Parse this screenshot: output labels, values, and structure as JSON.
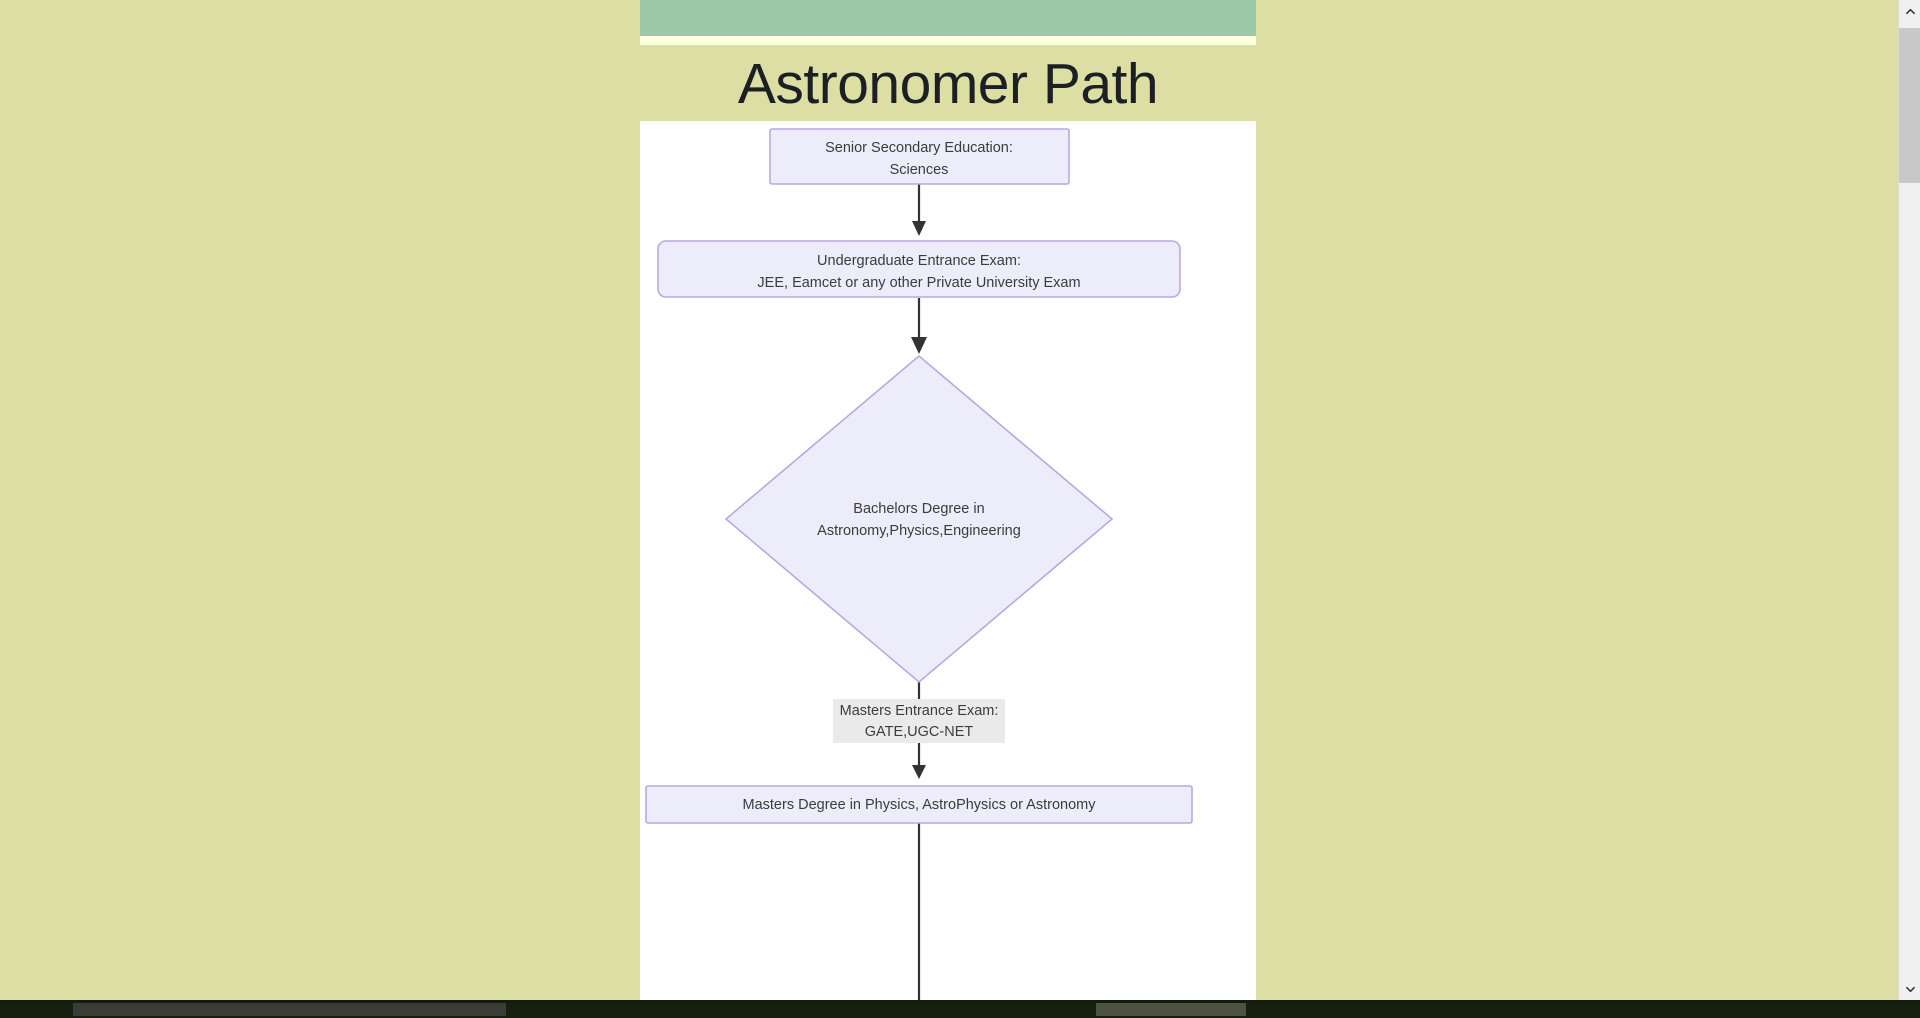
{
  "page": {
    "title": "Astronomer Path",
    "background_color": "#dcdea3",
    "banner_color": "#9ccaa8",
    "strip_color": "#fbffe0",
    "canvas_color": "#ffffff"
  },
  "chart_data": {
    "type": "diagram",
    "diagram_kind": "flowchart",
    "title": "Astronomer Path",
    "orientation": "top-to-bottom",
    "node_fill": "#ececfb",
    "node_border": "#b9a8e0",
    "edge_color": "#333333",
    "nodes": [
      {
        "id": "n1",
        "shape": "rect",
        "lines": [
          "Senior Secondary Education:",
          "Sciences"
        ]
      },
      {
        "id": "n2",
        "shape": "rounded-rect",
        "lines": [
          "Undergraduate Entrance Exam:",
          "JEE, Eamcet or any other Private University Exam"
        ]
      },
      {
        "id": "n3",
        "shape": "diamond",
        "lines": [
          "Bachelors Degree in",
          "Astronomy,Physics,Engineering"
        ]
      },
      {
        "id": "n4",
        "shape": "rect",
        "lines": [
          "Masters Degree in Physics, AstroPhysics or Astronomy"
        ]
      }
    ],
    "edges": [
      {
        "from": "n1",
        "to": "n2",
        "label": null
      },
      {
        "from": "n2",
        "to": "n3",
        "label": null
      },
      {
        "from": "n3",
        "to": "n4",
        "label_lines": [
          "Masters Entrance Exam:",
          "GATE,UGC-NET"
        ]
      },
      {
        "from": "n4",
        "to": "next",
        "label": null,
        "note": "continues below viewport"
      }
    ],
    "truncated": "diagram continues below the visible viewport"
  },
  "node_text": {
    "n1_line1": "Senior Secondary Education:",
    "n1_line2": "Sciences",
    "n2_line1": "Undergraduate Entrance Exam:",
    "n2_line2": "JEE, Eamcet or any other Private University Exam",
    "n3_line1": "Bachelors Degree in",
    "n3_line2": "Astronomy,Physics,Engineering",
    "n4_line1": "Masters Degree in Physics, AstroPhysics or Astronomy",
    "e3_label1": "Masters Entrance Exam:",
    "e3_label2": "GATE,UGC-NET"
  },
  "scrollbars": {
    "vertical": {
      "position": "right",
      "thumb_color": "#c8c8c8",
      "track_color": "#f0f0f0"
    },
    "horizontal": {
      "position": "bottom",
      "thumb_color": "#3b3b38",
      "track_color": "#16200f"
    }
  }
}
